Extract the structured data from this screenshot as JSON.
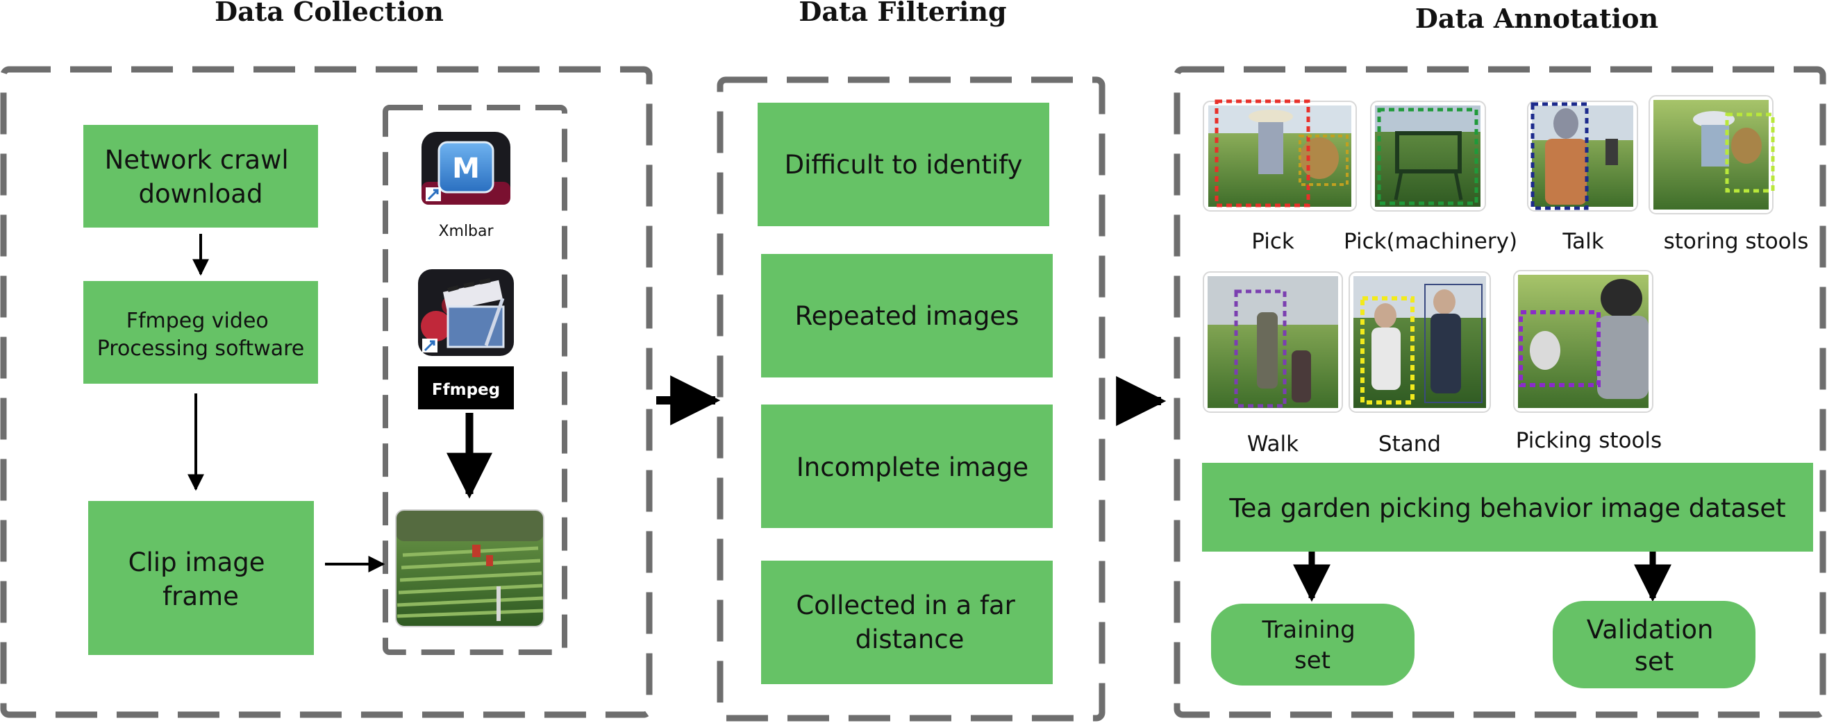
{
  "sections": {
    "collection": {
      "title": "Data Collection",
      "steps": [
        {
          "label": [
            "Network crawl",
            "download"
          ]
        },
        {
          "label": [
            "Ffmpeg video",
            "Processing software"
          ]
        },
        {
          "label": [
            "Clip image",
            "frame"
          ]
        }
      ],
      "tools": [
        {
          "name": "Xmlbar",
          "icon": "xmlbar-app-icon"
        },
        {
          "name": "Ffmpeg",
          "icon": "ffmpeg-app-icon"
        }
      ],
      "frame_image": "tea-garden-aerial-photo"
    },
    "filtering": {
      "title": "Data Filtering",
      "items": [
        {
          "label": [
            "Difficult to identify"
          ]
        },
        {
          "label": [
            "Repeated images"
          ]
        },
        {
          "label": [
            "Incomplete image"
          ]
        },
        {
          "label": [
            "Collected in a far",
            "distance"
          ]
        }
      ]
    },
    "annotation": {
      "title": "Data Annotation",
      "samples": [
        {
          "label": "Pick",
          "box_color": "#e8302a"
        },
        {
          "label": "Pick(machinery)",
          "box_color": "#1f9a3a"
        },
        {
          "label": "Talk",
          "box_color": "#1c2a8c"
        },
        {
          "label": "storing stools",
          "box_color": "#b9e83a"
        },
        {
          "label": "Walk",
          "box_color": "#7b3fb0"
        },
        {
          "label": "Stand",
          "box_color": "#f2ea1c"
        },
        {
          "label": "Picking stools",
          "box_color": "#8a2cc9"
        }
      ],
      "dataset": "Tea garden picking behavior image dataset",
      "splits": [
        {
          "label": [
            "Training",
            "set"
          ]
        },
        {
          "label": [
            "Validation",
            "set"
          ]
        }
      ]
    }
  },
  "colors": {
    "box_fill": "#66c266",
    "dash_stroke": "#6e6e6e",
    "arrow": "#000000"
  }
}
